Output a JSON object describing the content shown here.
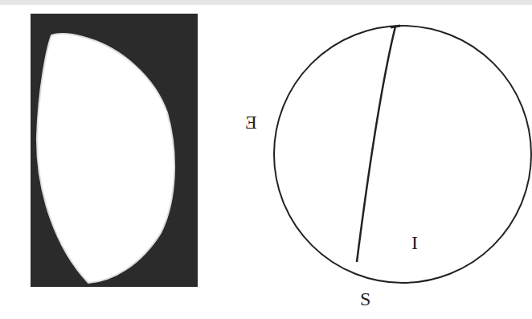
{
  "diagram": {
    "labels": [
      "E",
      "I",
      "S"
    ]
  }
}
